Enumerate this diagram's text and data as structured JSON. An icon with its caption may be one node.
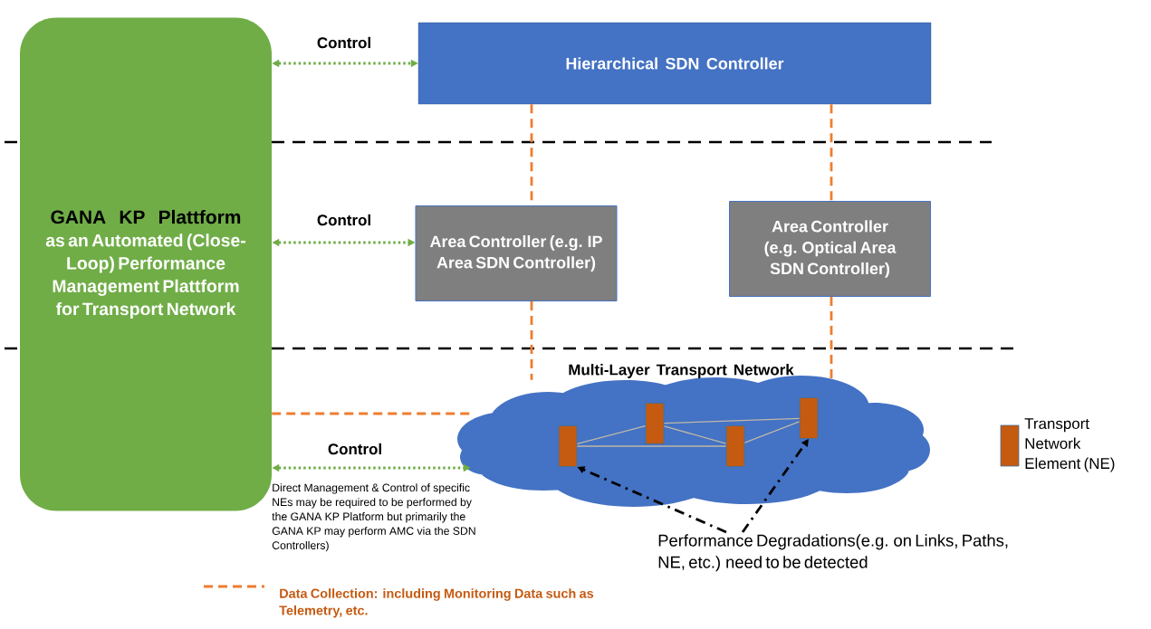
{
  "diagram": {
    "nodes": [
      {
        "text": [
          "GANA KP Plattform",
          "as an Automated (Close-Loop) Performance Management Plattform for Transport Network"
        ]
      },
      {
        "text": [
          "Hierarchical SDN Controller"
        ]
      },
      {
        "text": [
          "Area Controller (e.g. IP Area SDN Controller)"
        ]
      },
      {
        "text": [
          "Area Controller (e.g. Optical Area SDN Controller)"
        ]
      },
      {
        "text": [
          "Multi-Layer Transport Network"
        ]
      },
      {
        "text": [],
        "shape": "box",
        "in": 4
      },
      {
        "text": [],
        "shape": "box",
        "in": 4
      },
      {
        "text": [],
        "shape": "box",
        "in": 4
      },
      {
        "text": [],
        "shape": "box",
        "in": 4
      },
      {
        "text": [
          "Performance Degradations(e.g. on Links, Paths, NE, etc.) need to be detected"
        ]
      }
    ],
    "edges": [
      {
        "from": 0,
        "to": 1,
        "arrow": "both",
        "label": "Control",
        "style": "dashed",
        "color": "#70ad47"
      },
      {
        "from": 0,
        "to": 2,
        "arrow": "both",
        "label": "Control",
        "style": "dashed",
        "color": "#70ad47"
      },
      {
        "from": 0,
        "to": 4,
        "arrow": "both",
        "label": "Control",
        "style": "dashed",
        "color": "#70ad47"
      },
      {
        "from": 1,
        "to": 2,
        "arrow": "none",
        "style": "dashed",
        "color": "#ed7d31"
      },
      {
        "from": 2,
        "to": 4,
        "arrow": "none",
        "style": "dashed",
        "color": "#ed7d31"
      },
      {
        "from": 1,
        "to": 3,
        "arrow": "none",
        "style": "dashed",
        "color": "#ed7d31"
      },
      {
        "from": 3,
        "to": 4,
        "arrow": "none",
        "style": "dashed",
        "color": "#ed7d31"
      },
      {
        "from": 0,
        "to": 4,
        "arrow": "none",
        "style": "dashed",
        "color": "#ed7d31"
      },
      {
        "from": 5,
        "to": 6,
        "arrow": "none",
        "color": "#bfb8a8"
      },
      {
        "from": 5,
        "to": 7,
        "arrow": "none",
        "color": "#bfb8a8"
      },
      {
        "from": 6,
        "to": 7,
        "arrow": "none",
        "color": "#bfb8a8"
      },
      {
        "from": 6,
        "to": 8,
        "arrow": "none",
        "color": "#bfb8a8"
      },
      {
        "from": 7,
        "to": 8,
        "arrow": "none",
        "color": "#bfb8a8"
      },
      {
        "from": 9,
        "to": 5,
        "arrow": "to",
        "style": "dashed",
        "color": "#000000"
      },
      {
        "from": 9,
        "to": 8,
        "arrow": "to",
        "style": "dashed",
        "color": "#000000"
      }
    ],
    "labels": [
      "Direct Management & Control of specific NEs may be required to be performed by the GANA KP Platform but primarily the GANA KP may perform AMC via the SDN Controllers)"
    ],
    "legend": [
      {
        "text": "Transport Network Element (NE)",
        "color": "#c55a11"
      },
      {
        "text": "Data Collection: including Monitoring Data such as Telemetry, etc."
      }
    ]
  }
}
